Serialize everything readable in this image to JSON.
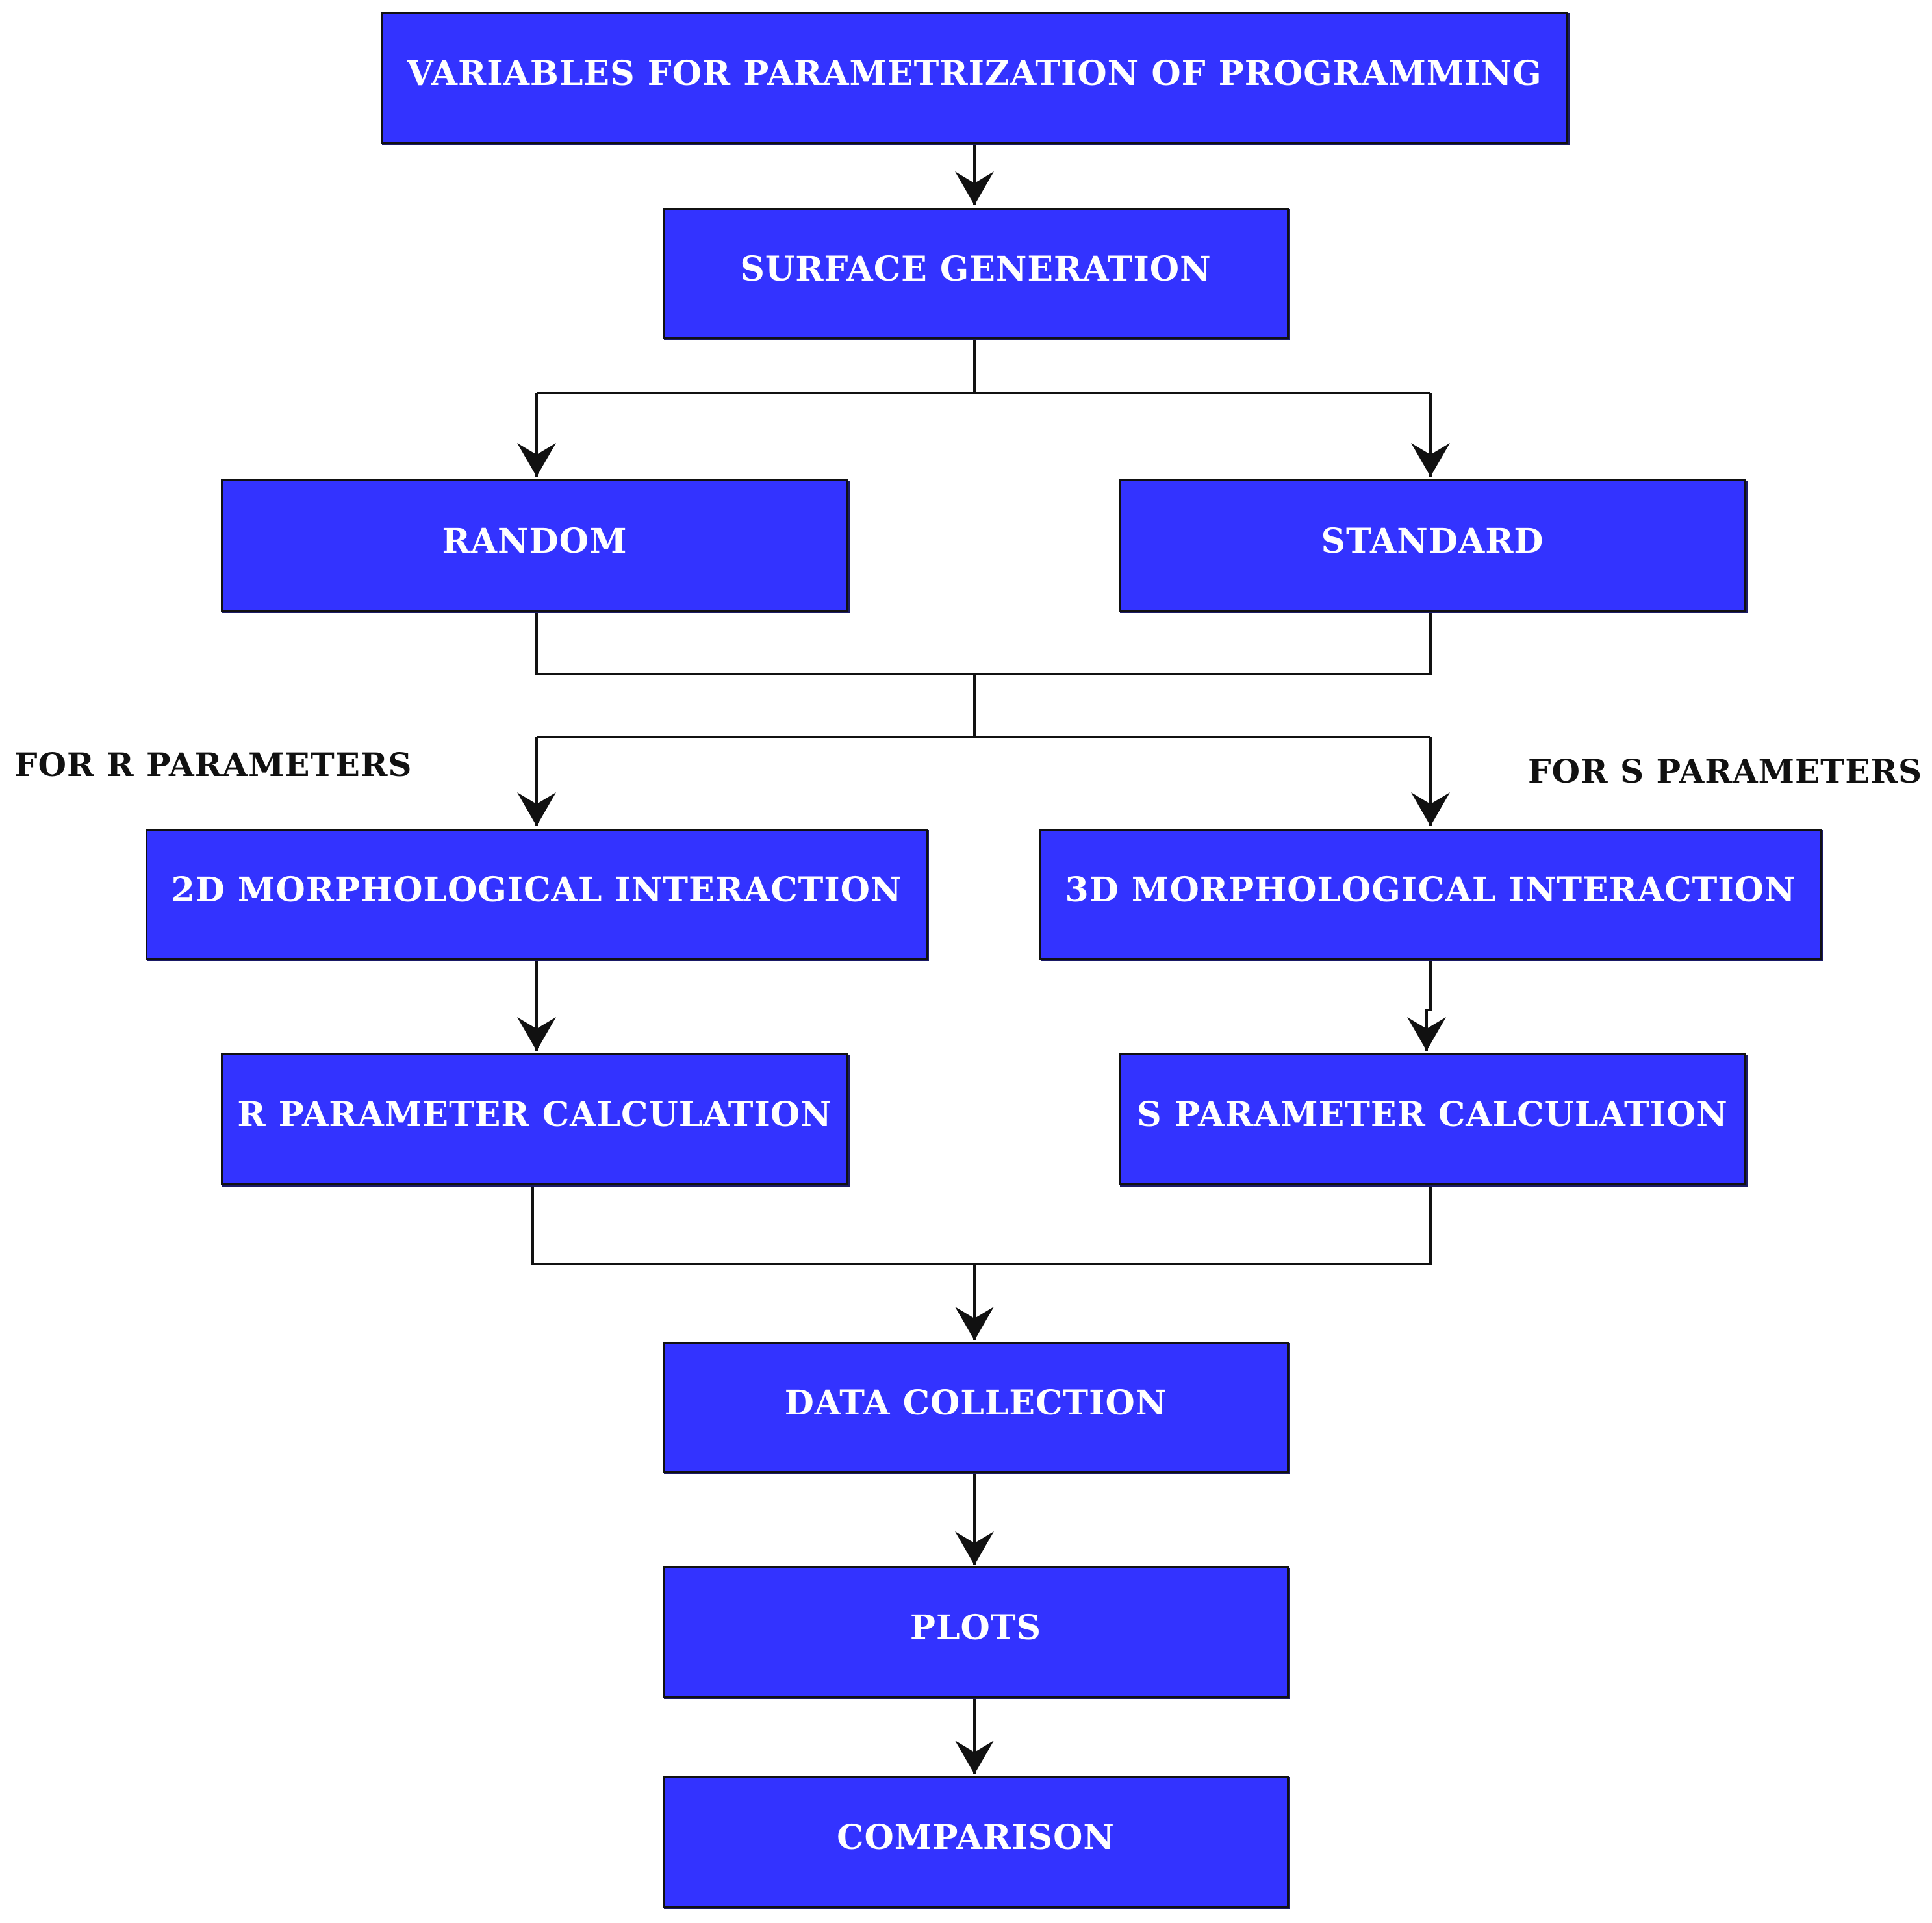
{
  "colors": {
    "box_fill": "#3333ff",
    "box_border": "#111111",
    "box_text": "#ffffff",
    "line": "#111111",
    "label_text": "#111111"
  },
  "nodes": {
    "variables": "VARIABLES FOR PARAMETRIZATION OF PROGRAMMING",
    "surface_generation": "SURFACE GENERATION",
    "random": "RANDOM",
    "standard": "STANDARD",
    "morph_2d": "2D MORPHOLOGICAL INTERACTION",
    "morph_3d": "3D MORPHOLOGICAL INTERACTION",
    "r_calc": "R PARAMETER CALCULATION",
    "s_calc": "S PARAMETER CALCULATION",
    "data_collection": "DATA COLLECTION",
    "plots": "PLOTS",
    "comparison": "COMPARISON"
  },
  "labels": {
    "for_r": "FOR R PARAMETERS",
    "for_s": "FOR S PARAMETERS"
  },
  "edges": [
    {
      "from": "variables",
      "to": "surface_generation"
    },
    {
      "from": "surface_generation",
      "to": "random"
    },
    {
      "from": "surface_generation",
      "to": "standard"
    },
    {
      "from": "random",
      "to": "morph_2d"
    },
    {
      "from": "random",
      "to": "morph_3d"
    },
    {
      "from": "standard",
      "to": "morph_2d"
    },
    {
      "from": "standard",
      "to": "morph_3d"
    },
    {
      "from": "morph_2d",
      "to": "r_calc"
    },
    {
      "from": "morph_3d",
      "to": "s_calc"
    },
    {
      "from": "r_calc",
      "to": "data_collection"
    },
    {
      "from": "s_calc",
      "to": "data_collection"
    },
    {
      "from": "data_collection",
      "to": "plots"
    },
    {
      "from": "plots",
      "to": "comparison"
    }
  ]
}
